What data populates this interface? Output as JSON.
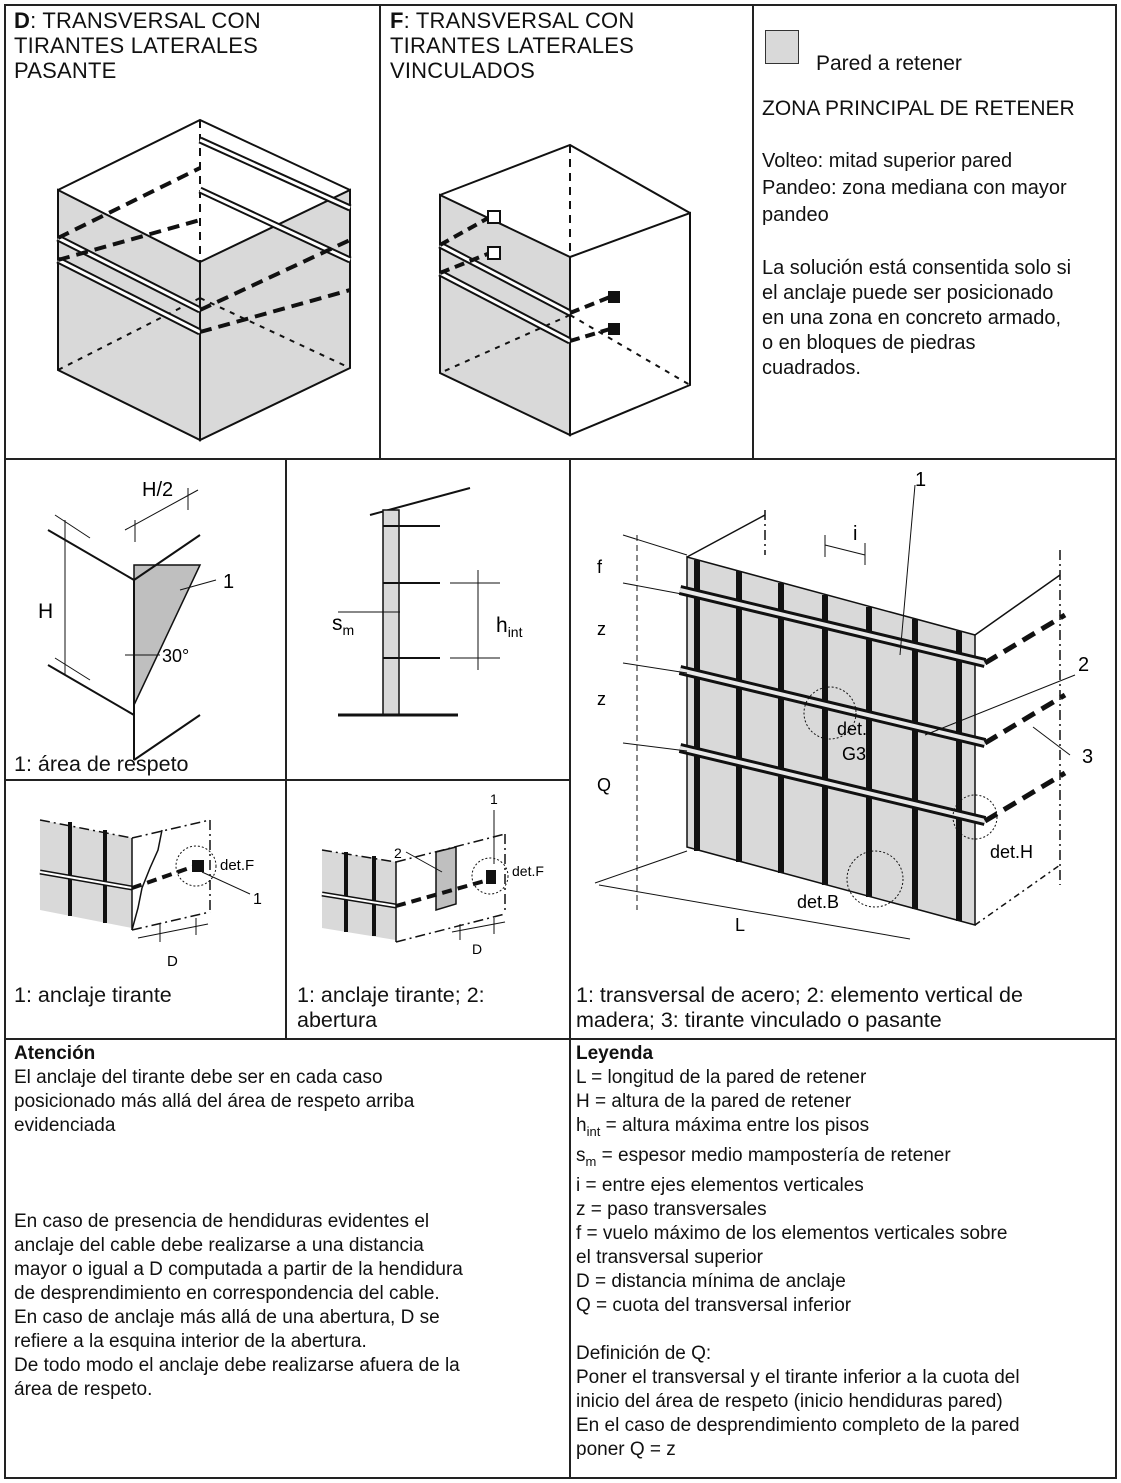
{
  "top": {
    "d_letter": "D",
    "d_title": ": TRANSVERSAL CON\nTIRANTES LATERALES\nPASANTE",
    "f_letter": "F",
    "f_title": ": TRANSVERSAL CON\nTIRANTES LATERALES\nVINCULADOS",
    "legend_swatch_label": "Pared a retener",
    "zona_title": "ZONA PRINCIPAL DE RETENER",
    "volteo": "Volteo: mitad superior pared",
    "pandeo": "Pandeo: zona mediana con mayor",
    "pandeo2": "pandeo",
    "solucion": [
      "La solución está consentida solo si",
      "el anclaje puede ser posicionado",
      "en una zona en concreto armado,",
      "o en bloques de piedras",
      "cuadrados."
    ]
  },
  "middle": {
    "area_fig": {
      "h2": "H/2",
      "h": "H",
      "one": "1",
      "angle": "30°",
      "caption": "1: área de respeto"
    },
    "section_fig": {
      "sm_s": "s",
      "sm_sub": "m",
      "hint_h": "h",
      "hint_sub": "int"
    },
    "wall_fig": {
      "one": "1",
      "two": "2",
      "three": "3",
      "i": "i",
      "f": "f",
      "z1": "z",
      "z2": "z",
      "q": "Q",
      "l": "L",
      "det_g3_a": "det.",
      "det_g3_b": "G3",
      "det_h": "det.H",
      "det_b": "det.B",
      "caption1": "1: transversal de acero; 2: elemento vertical de",
      "caption2": "madera; 3: tirante vinculado o pasante"
    },
    "anchor_fig1": {
      "det": "det.F",
      "one": "1",
      "d": "D",
      "caption": "1: anclaje tirante"
    },
    "anchor_fig2": {
      "det": "det.F",
      "one": "1",
      "two": "2",
      "d": "D",
      "caption1": "1: anclaje tirante; 2:",
      "caption2": "abertura"
    }
  },
  "bottom": {
    "atencion_title": "Atención",
    "atencion_p1": [
      "El anclaje del tirante debe ser en cada caso",
      "posicionado más allá del área de respeto arriba",
      "evidenciada"
    ],
    "atencion_p2": [
      "En caso de presencia de hendiduras evidentes el",
      "anclaje del cable debe realizarse a una distancia",
      "mayor o igual a D computada a partir de la hendidura",
      "de desprendimiento en correspondencia del cable.",
      "En caso de anclaje más allá de una abertura, D se",
      "refiere a la esquina interior de la abertura.",
      "De todo modo el anclaje debe realizarse afuera de la",
      "área de respeto."
    ],
    "leyenda_title": "Leyenda",
    "leyenda_l": "L = longitud de la pared de retener",
    "leyenda_h": "H = altura de la pared de retener",
    "leyenda_hint_h": "h",
    "leyenda_hint_sub": "int",
    "leyenda_hint_rest": " = altura máxima entre los pisos",
    "leyenda_sm_s": "s",
    "leyenda_sm_sub": "m",
    "leyenda_sm_rest": " = espesor medio mampostería de retener",
    "leyenda_rest": [
      "i = entre ejes elementos verticales",
      "z = paso transversales",
      "f = vuelo máximo de los elementos verticales sobre",
      "el transversal superior",
      "D = distancia mínima de anclaje",
      "Q = cuota del transversal inferior"
    ],
    "defq_title": "Definición de Q:",
    "defq_lines": [
      "Poner el transversal y el tirante inferior a la cuota del",
      "inicio del área de respeto (inicio hendiduras pared)",
      "En el caso de desprendimiento completo de la pared",
      "poner Q = z"
    ]
  },
  "colors": {
    "wall_fill": "#d9d9d9",
    "line": "#111111"
  }
}
